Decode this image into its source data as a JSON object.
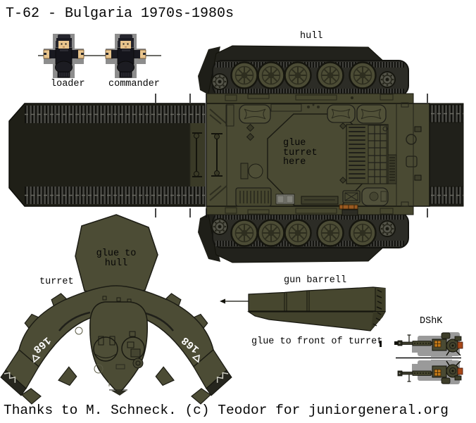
{
  "title": "T-62 - Bulgaria 1970s-1980s",
  "credit": "Thanks to M. Schneck. (c) Teodor for juniorgeneral.org",
  "crew": {
    "loader": "loader",
    "commander": "commander"
  },
  "hull": {
    "label": "hull",
    "glue_note": "glue\nturret\nhere"
  },
  "turret": {
    "label": "turret",
    "glue_note": "glue to\nhull",
    "marking": "168"
  },
  "gun_barrel": {
    "label": "gun barrell",
    "glue_note": "glue to front of turret"
  },
  "dshk": {
    "label": "DShK"
  },
  "colors": {
    "olive": "#4a4a33",
    "olive_light": "#515138",
    "dark_olive": "#3a3a27",
    "underside_dark": "#1f1f17",
    "track_dark": "#22221c",
    "tread_gray": "#454540",
    "figure_cross_gray": "#8d8d8d",
    "skin": "#e8c48c",
    "uniform_black": "#15151c",
    "marking_white": "#ffffff",
    "ammo_orange": "#c07818",
    "beam_orange": "#9a5a20",
    "text_black": "#060606"
  }
}
